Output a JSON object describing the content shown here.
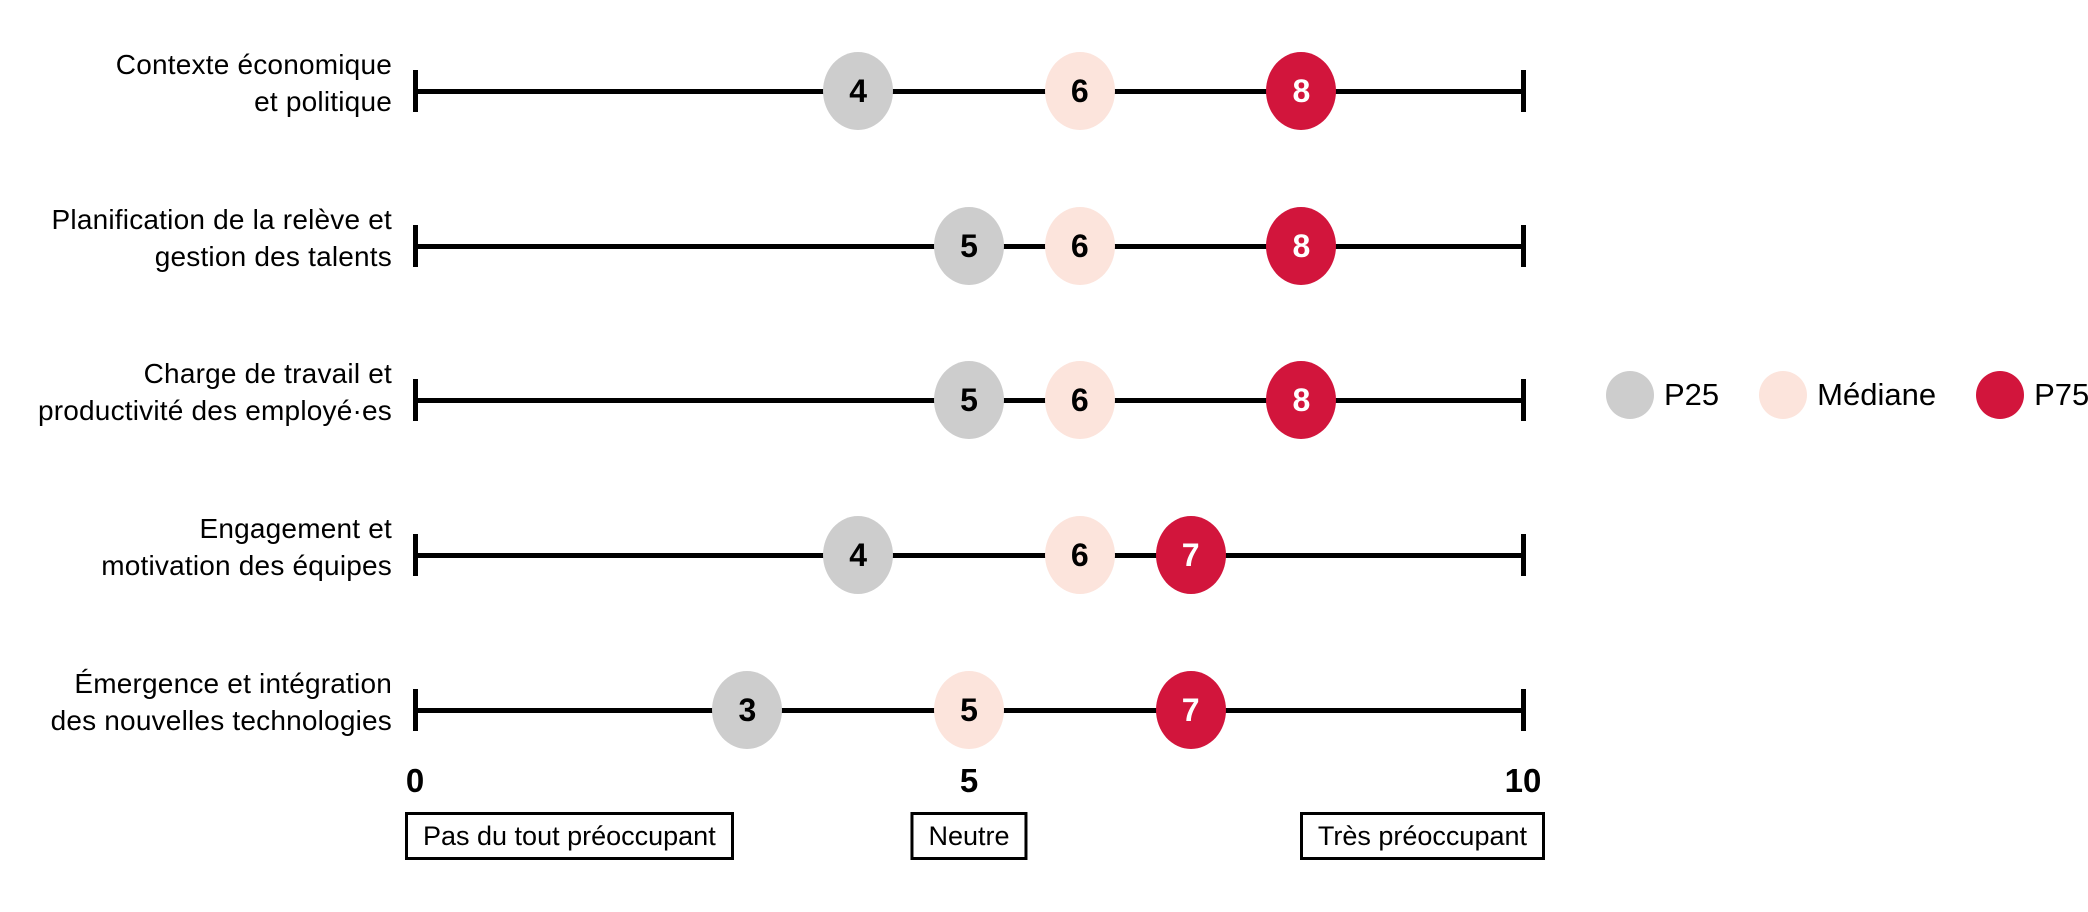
{
  "chart_data": {
    "type": "scatter",
    "subtype": "dot-strip-plot",
    "title": "",
    "categories": [
      "Contexte économique et politique",
      "Planification de la relève et gestion des talents",
      "Charge de travail et productivité des employé·es",
      "Engagement et motivation des équipes",
      "Émergence et intégration des nouvelles technologies"
    ],
    "series": [
      {
        "name": "P25",
        "color": "#CDCDCD",
        "value_text_color": "#000000",
        "values": [
          4,
          5,
          5,
          4,
          3
        ]
      },
      {
        "name": "Médiane",
        "color": "#FCE4DC",
        "value_text_color": "#000000",
        "values": [
          6,
          6,
          6,
          6,
          5
        ]
      },
      {
        "name": "P75",
        "color": "#D2153C",
        "value_text_color": "#FFFFFF",
        "values": [
          8,
          8,
          8,
          7,
          7
        ]
      }
    ],
    "xlim": [
      0,
      10
    ],
    "xticks": [
      0,
      5,
      10
    ],
    "grid": false,
    "legend_position": "right-middle",
    "scale_annotations": [
      "Pas du tout préoccupant",
      "Neutre",
      "Très préoccupant"
    ]
  },
  "rows": [
    {
      "label_lines": [
        "Contexte économique",
        "et politique"
      ],
      "p25": 4,
      "median": 6,
      "p75": 8
    },
    {
      "label_lines": [
        "Planification de la relève et",
        "gestion des talents"
      ],
      "p25": 5,
      "median": 6,
      "p75": 8
    },
    {
      "label_lines": [
        "Charge de travail et",
        "productivité des employé·es"
      ],
      "p25": 5,
      "median": 6,
      "p75": 8
    },
    {
      "label_lines": [
        "Engagement et",
        "motivation des équipes"
      ],
      "p25": 4,
      "median": 6,
      "p75": 7
    },
    {
      "label_lines": [
        "Émergence et intégration",
        "des nouvelles technologies"
      ],
      "p25": 3,
      "median": 5,
      "p75": 7
    }
  ],
  "x_axis": {
    "ticks": [
      {
        "value": 0,
        "label": "0"
      },
      {
        "value": 5,
        "label": "5"
      },
      {
        "value": 10,
        "label": "10"
      }
    ]
  },
  "annotations": [
    {
      "text": "Pas du tout préoccupant",
      "position": "left"
    },
    {
      "text": "Neutre",
      "position": "center"
    },
    {
      "text": "Très préoccupant",
      "position": "right"
    }
  ],
  "legend": {
    "items": [
      {
        "label": "P25",
        "color": "#CDCDCD"
      },
      {
        "label": "Médiane",
        "color": "#FCE4DC"
      },
      {
        "label": "P75",
        "color": "#D2153C"
      }
    ]
  },
  "colors": {
    "p25": "#CDCDCD",
    "median": "#FCE4DC",
    "p75": "#D2153C",
    "axis": "#000000",
    "background": "#FFFFFF"
  }
}
